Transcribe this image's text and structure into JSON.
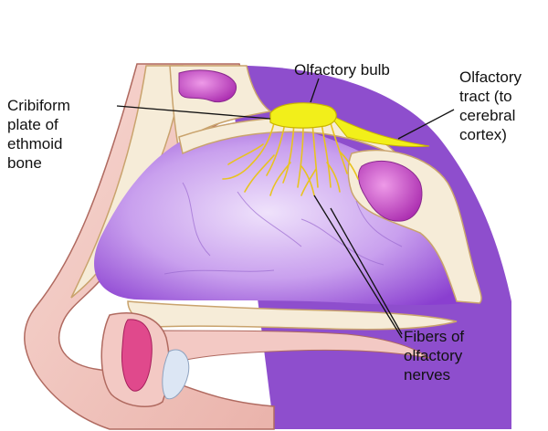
{
  "labels": {
    "olfactory_bulb": {
      "lines": [
        "Olfactory bulb"
      ]
    },
    "cribriform": {
      "lines": [
        "Cribiform",
        "plate of",
        "ethmoid",
        "bone"
      ]
    },
    "olfactory_tract": {
      "lines": [
        "Olfactory",
        "tract (to",
        "cerebral",
        "cortex)"
      ]
    },
    "fibers": {
      "lines": [
        "Fibers of",
        "olfactory",
        "nerves"
      ]
    }
  },
  "colors": {
    "cavity": "#b27ae0",
    "cavity_light": "#ead9f8",
    "bone": "#f6ecd8",
    "bone_edge": "#c9a36d",
    "skin": "#f3c9c4",
    "skin_edge": "#b06a60",
    "sinus": "#c34fc6",
    "nerve": "#e8c320",
    "bulb": "#f2ef1a",
    "cartilage": "#dce6f4",
    "pink": "#e0498c"
  }
}
